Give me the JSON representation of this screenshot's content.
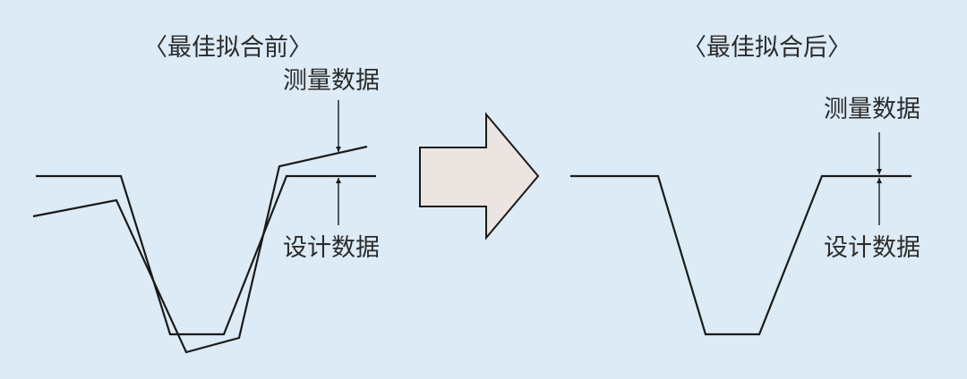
{
  "panels": {
    "before": {
      "title": "〈最佳拟合前〉",
      "measured_label": "测量数据",
      "design_label": "设计数据"
    },
    "after": {
      "title": "〈最佳拟合后〉",
      "measured_label": "测量数据",
      "design_label": "设计数据"
    }
  },
  "colors": {
    "background": "#dcebf6",
    "line": "#1a1a1a",
    "arrow_fill": "#ebe4e0",
    "text": "#2b2b2b"
  }
}
